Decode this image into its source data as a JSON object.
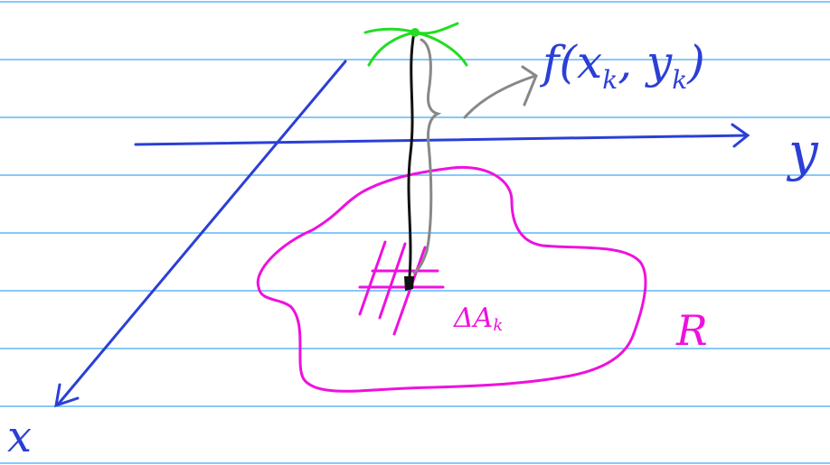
{
  "labels": {
    "function_value": "f(x",
    "function_value_sub_x": "k",
    "function_value_mid": ", y",
    "function_value_sub_y": "k",
    "function_value_end": ")",
    "axis_y": "y",
    "axis_x": "x",
    "area_element": "ΔA",
    "area_element_sub": "k",
    "region": "R"
  },
  "colors": {
    "ruled_lines": "#3fa9f5",
    "axes": "#2b3fd6",
    "region": "#ee11dd",
    "height_line": "#111111",
    "surface": "#22dd22",
    "brace": "#888888",
    "label_blue": "#2b3fd6"
  }
}
